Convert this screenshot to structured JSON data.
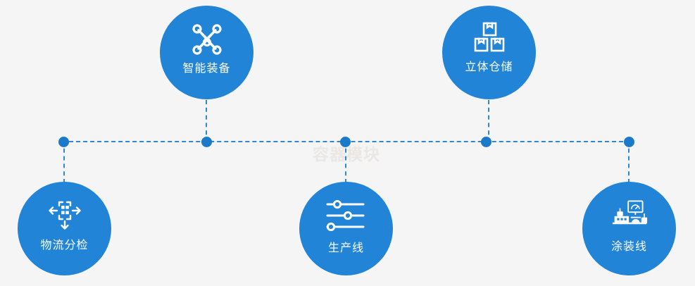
{
  "diagram": {
    "watermark": "容器模块",
    "colors": {
      "background": "#f5f5f5",
      "circle": "#2184d6",
      "line": "#2f86d4",
      "node_dot": "#1b79c9",
      "label": "#ffffff",
      "watermark": "#ebe7e4"
    },
    "connector": {
      "style": "dashed",
      "orientation": "horizontal-bus-with-vertical-stems",
      "node_count": 5
    },
    "nodes": [
      {
        "id": "smart-equipment",
        "label": "智能装备",
        "icon": "network-nodes-icon",
        "position": "top",
        "order": 1
      },
      {
        "id": "stereoscopic-warehouse",
        "label": "立体仓储",
        "icon": "stacked-boxes-icon",
        "position": "top",
        "order": 2
      },
      {
        "id": "logistics-sorting",
        "label": "物流分检",
        "icon": "sorting-arrows-icon",
        "position": "bottom",
        "order": 1
      },
      {
        "id": "production-line",
        "label": "生产线",
        "icon": "sliders-icon",
        "position": "bottom",
        "order": 2
      },
      {
        "id": "painting-line",
        "label": "涂装线",
        "icon": "factory-control-icon",
        "position": "bottom",
        "order": 3
      }
    ]
  }
}
